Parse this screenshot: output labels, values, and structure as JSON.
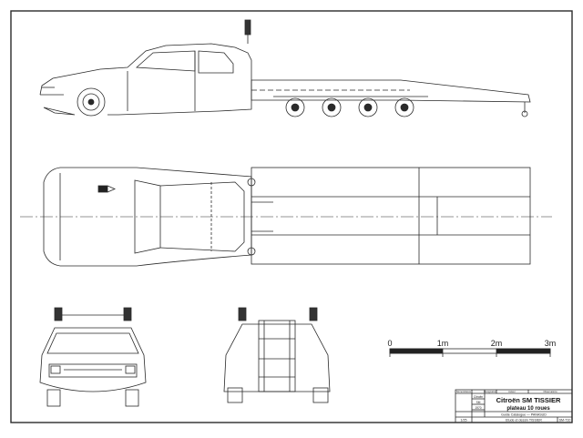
{
  "scale_bar": {
    "labels": [
      "0",
      "1m",
      "2m",
      "3m"
    ]
  },
  "title_block": {
    "title": "Citroën SM TISSIER",
    "subtitle": "plateau 10 roues",
    "header_cells": [
      "Nomenclature",
      "Designation",
      "Auteur",
      "Observations"
    ],
    "small_cells": [
      "Citroën",
      "SM",
      "1970"
    ],
    "line1": "Guide Catalogue — PANASUD",
    "line2": "Etude et dessin TISSIER",
    "left_code": "1/25",
    "right_code": "SM-T10"
  },
  "colors": {
    "line": "#2a2a2a",
    "title_fill": "#111111"
  }
}
